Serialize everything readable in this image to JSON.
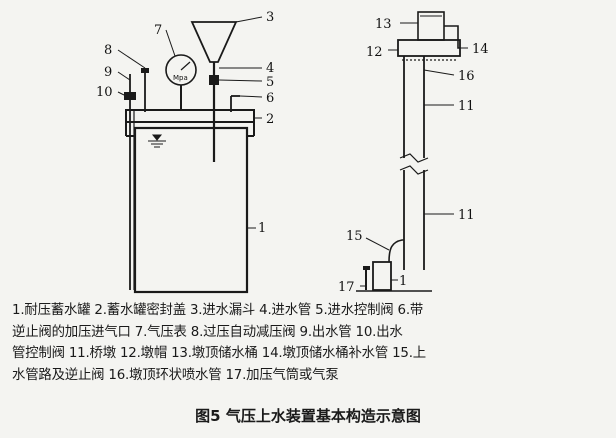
{
  "figure": {
    "caption": "图5  气压上水装置基本构造示意图",
    "gauge_unit": "Mpa",
    "legend_lines": [
      "1.耐压蓄水罐 2.蓄水罐密封盖 3.进水漏斗 4.进水管 5.进水控制阀 6.带",
      "逆止阀的加压进气口  7.气压表 8.过压自动减压阀 9.出水管  10.出水",
      "管控制阀 11.桥墩 12.墩帽 13.墩顶储水桶 14.墩顶储水桶补水管 15.上",
      "水管路及逆止阀  16.墩顶环状喷水管  17.加压气筒或气泵"
    ],
    "left_labels": {
      "n1": "1",
      "n2": "2",
      "n3": "3",
      "n4": "4",
      "n5": "5",
      "n6": "6",
      "n7": "7",
      "n8": "8",
      "n9": "9",
      "n10": "10"
    },
    "right_labels": {
      "n13": "13",
      "n12": "12",
      "n14": "14",
      "n16": "16",
      "n11a": "11",
      "n11b": "11",
      "n15": "15",
      "n1": "1",
      "n17": "17"
    }
  }
}
